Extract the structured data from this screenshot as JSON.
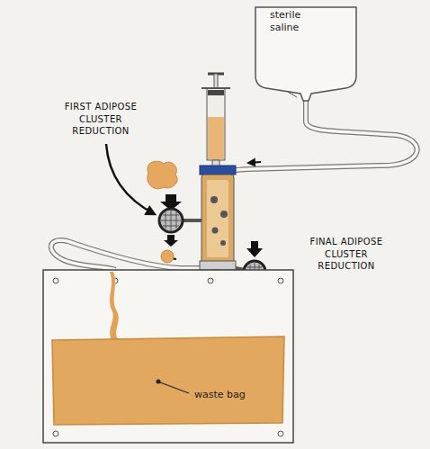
{
  "diagram": {
    "nodes": [
      {
        "text": [
          "sterile saline"
        ]
      },
      {
        "text": [
          "waste bag"
        ]
      }
    ],
    "labels": [
      "FIRST ADIPOSE CLUSTER REDUCTION",
      "FINAL ADIPOSE CLUSTER REDUCTION"
    ]
  }
}
